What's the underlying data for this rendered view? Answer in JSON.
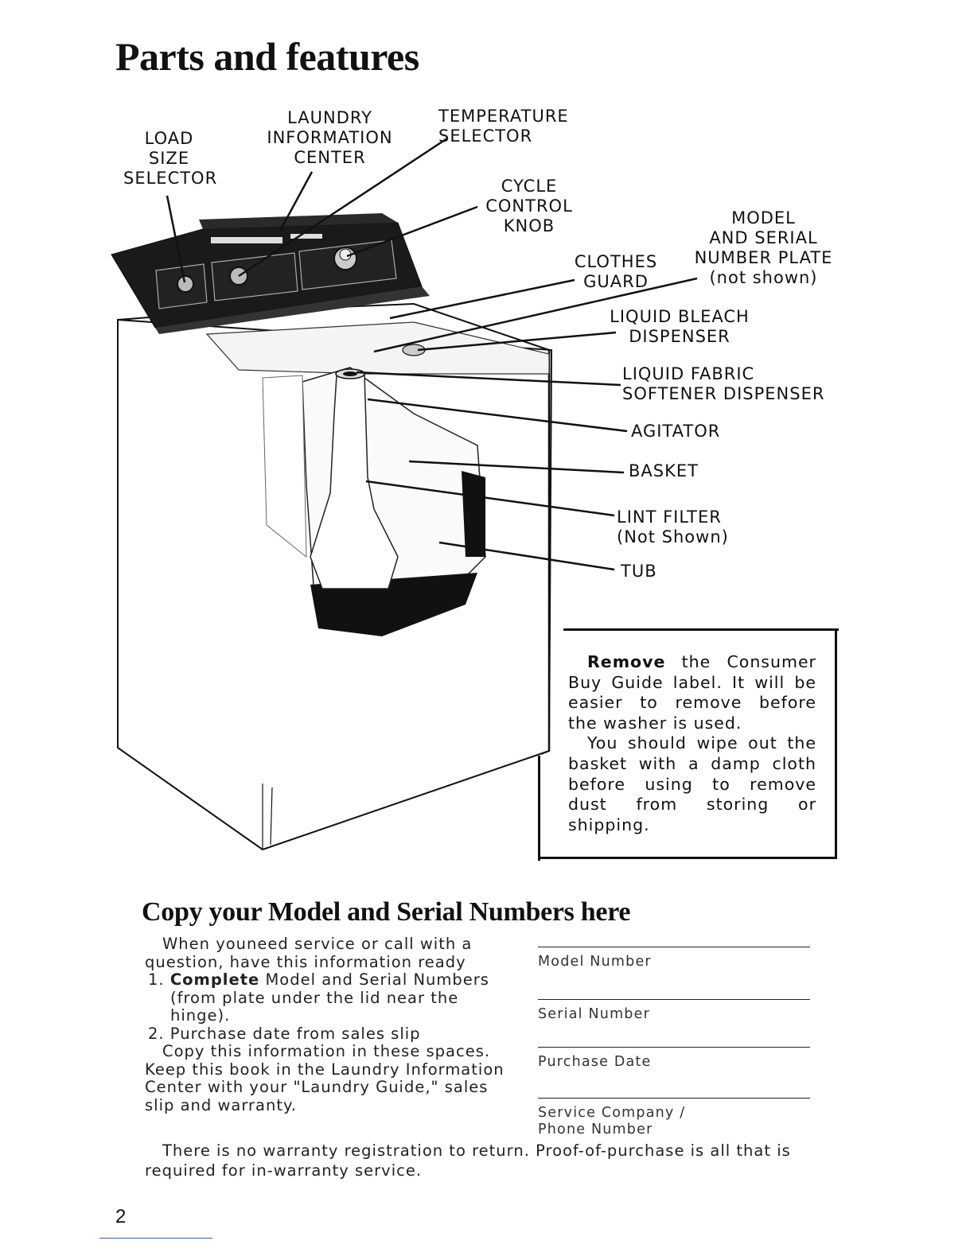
{
  "title": "Parts and features",
  "labels": {
    "load_size_selector": "LOAD\nSIZE\nSELECTOR",
    "laundry_information_center": "LAUNDRY\nINFORMATION\nCENTER",
    "temperature_selector": "TEMPERATURE\nSELECTOR",
    "cycle_control_knob": "CYCLE\nCONTROL\nKNOB",
    "model_serial_plate": "MODEL\nAND SERIAL\nNUMBER PLATE\n(not shown)",
    "clothes_guard": "CLOTHES\nGUARD",
    "liquid_bleach_dispenser": "LIQUID BLEACH\nDISPENSER",
    "liquid_fabric_softener_dispenser": "LIQUID FABRIC\nSOFTENER DISPENSER",
    "agitator": "AGITATOR",
    "basket": "BASKET",
    "lint_filter": "LINT FILTER\n(Not Shown)",
    "tub": "TUB"
  },
  "notice": {
    "bold_lead": "Remove",
    "para1_rest": " the Consumer Buy Guide label. It will be easier to remove before the washer is used.",
    "para2": "You should wipe out the basket with a damp cloth before using to remove dust from storing or shipping."
  },
  "copy_section": {
    "heading": "Copy your Model and Serial Numbers here",
    "intro": "When youneed service or call with a question, have this information ready",
    "item1_num": "1.",
    "item1_bold": "Complete",
    "item1_rest": " Model and Serial Numbers (from plate under the lid near the hinge).",
    "item2": "2. Purchase date from sales slip",
    "instructions": "Copy this information in these spaces. Keep this book in the Laundry Information Center with your \"Laundry Guide,\" sales slip and warranty.",
    "fields": [
      "Model Number",
      "Serial Number",
      "Purchase Date",
      "Service Company /\nPhone Number"
    ]
  },
  "footer": "There is no warranty registration to return. Proof-of-purchase is all that is required for in-warranty service.",
  "page_number": "2"
}
